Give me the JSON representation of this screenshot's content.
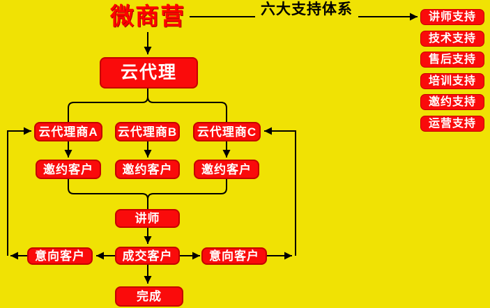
{
  "colors": {
    "background": "#F0E204",
    "node_fill": "#FA0B0B",
    "node_border": "#C40000",
    "node_text": "#FFFFFF",
    "title_color": "#FF0000",
    "heading_color": "#000000",
    "line_color": "#000000"
  },
  "title": "微商营",
  "support_heading": "六大支持体系",
  "support_items": [
    "讲师支持",
    "技术支持",
    "售后支持",
    "培训支持",
    "邀约支持",
    "运营支持"
  ],
  "nodes": {
    "root": "云代理",
    "agents": [
      "云代理商A",
      "云代理商B",
      "云代理商C"
    ],
    "invites": [
      "邀约客户",
      "邀约客户",
      "邀约客户"
    ],
    "lecturer": "讲师",
    "deal": "成交客户",
    "intents": [
      "意向客户",
      "意向客户"
    ],
    "done": "完成"
  }
}
